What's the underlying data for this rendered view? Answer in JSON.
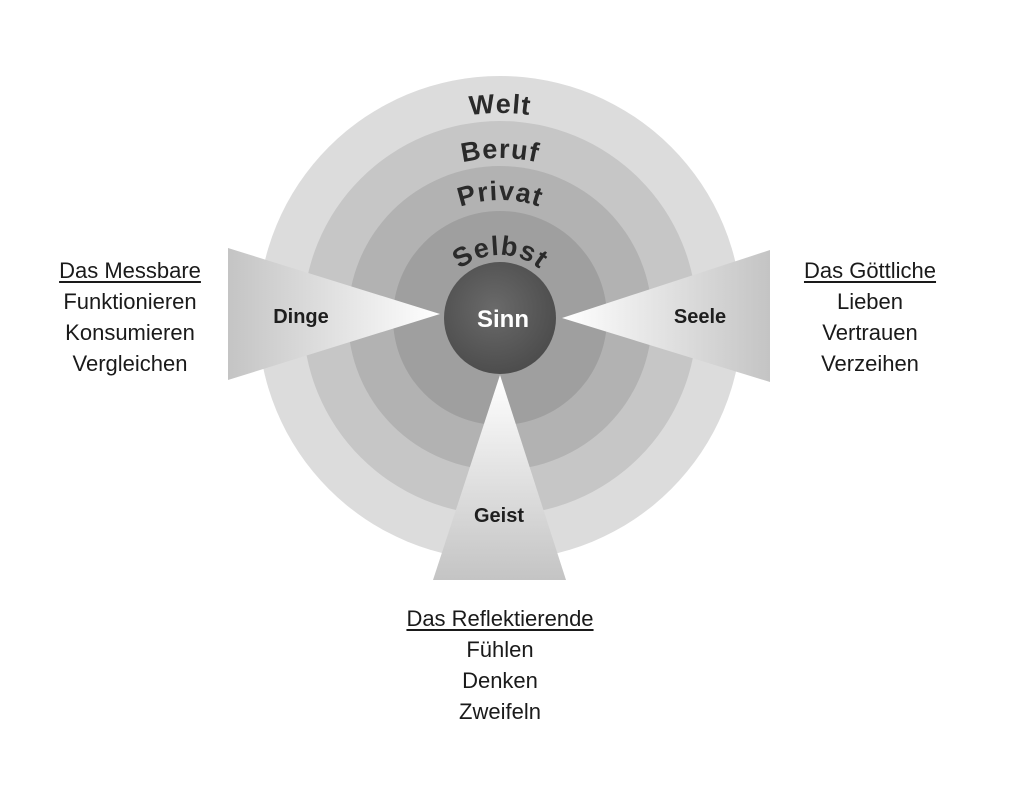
{
  "rings": [
    "Welt",
    "Beruf",
    "Privat",
    "Selbst"
  ],
  "center": "Sinn",
  "wedges": {
    "left": "Dinge",
    "right": "Seele",
    "bottom": "Geist"
  },
  "blocks": {
    "left": {
      "heading": "Das Messbare",
      "items": [
        "Funktionieren",
        "Konsumieren",
        "Vergleichen"
      ]
    },
    "right": {
      "heading": "Das Göttliche",
      "items": [
        "Lieben",
        "Vertrauen",
        "Verzeihen"
      ]
    },
    "bottom": {
      "heading": "Das Reflektierende",
      "items": [
        "Fühlen",
        "Denken",
        "Zweifeln"
      ]
    }
  },
  "colors": {
    "ring_outer": "#dcdcdc",
    "ring_2": "#c6c6c6",
    "ring_3": "#b2b2b2",
    "ring_4": "#9f9f9f",
    "center": "#5a5a5a"
  }
}
